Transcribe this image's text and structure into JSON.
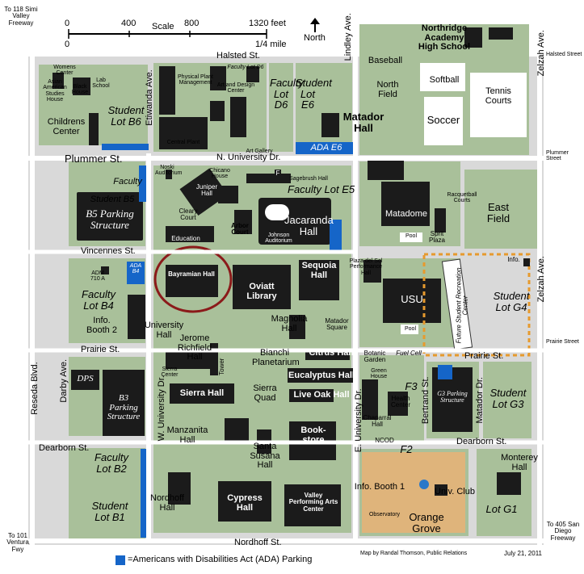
{
  "scale": {
    "label": "Scale",
    "ticks": [
      "0",
      "400",
      "800",
      "1320 feet"
    ],
    "mile_labels": [
      "0",
      "1/4 mile"
    ]
  },
  "north_label": "North",
  "streets": {
    "halsted": "Halsted St.",
    "plummer": "Plummer St.",
    "n_university": "N. University Dr.",
    "vincennes": "Vincennes St.",
    "prairie": "Prairie St.",
    "prairie_e": "Prairie St.",
    "dearborn": "Dearborn St.",
    "dearborn_e": "Dearborn St.",
    "nordhoff": "Nordhoff St.",
    "reseda": "Reseda Blvd.",
    "darby": "Darby Ave.",
    "w_university": "W. University Dr.",
    "e_university": "E. University Dr.",
    "lindley": "Lindley Ave.",
    "zelzah": "Zelzah Ave.",
    "zelzah_mid": "Zelzah Ave.",
    "etiwanda": "Etiwanda Ave.",
    "bertrand": "Bertrand St.",
    "matador": "Matador Dr.",
    "tower": "Tower",
    "halsted_street": "Halsted Street",
    "plummer_street": "Plummer Street",
    "prairie_street": "Prairie Street"
  },
  "directions": {
    "to_118": "To 118 Simi Valley Freeway",
    "to_101": "To 101 Ventura Fwy",
    "to_405": "To 405 San Diego Freeway"
  },
  "areas": {
    "northridge_academy": "Northridge Academy High School",
    "baseball": "Baseball",
    "north_field": "North Field",
    "softball": "Softball",
    "soccer": "Soccer",
    "tennis": "Tennis Courts",
    "east_field": "East Field",
    "racquetball": "Racquetball Courts",
    "matadome": "Matadome",
    "pool": "Pool",
    "sprit_plaza": "Sprit Plaza",
    "plaza_del_sol": "Plaza del Sol Performance Hall",
    "usu": "USU",
    "pool2": "Pool",
    "rec_center": "Future Student Recreation Center",
    "info_e": "Info.",
    "matador_square": "Matador Square",
    "botanic_garden": "Botanic Garden",
    "green_house": "Green House",
    "fuel_cell": "Fuel Cell",
    "orange_grove": "Orange Grove",
    "observatory": "Observatory",
    "info_booth1": "Info. Booth 1",
    "univ_club": "Univ. Club",
    "monterey": "Monterey Hall",
    "lot_g1": "Lot G1",
    "lot_g3": "Student Lot G3",
    "g3_structure": "G3 Parking Structure",
    "lot_g4": "Student Lot G4",
    "f2": "F2",
    "f3": "F3",
    "ncod": "NCOD",
    "chaparral": "Chaparral Hall",
    "health_center": "Health Center"
  },
  "north_campus": {
    "womens_center": "Womens Center",
    "asian_american": "Asian American Studies House",
    "black_house": "Black House",
    "lab_school": "Lab School",
    "childrens_center": "Childrens Center",
    "lot_b6": "Student Lot B6",
    "physical_plant": "Physical Plant Management",
    "faculty_lot_d6": "Faculty Lot D6",
    "art_design": "Art and Design Center",
    "central_plant": "Central Plant",
    "art_gallery": "Art Gallery",
    "faculty_d6": "Faculty Lot D6",
    "student_e6": "Student Lot E6",
    "matador_hall": "Matador Hall",
    "ada_e6": "ADA E6"
  },
  "west_campus": {
    "faculty": "Faculty",
    "lot_b5": "Student B5",
    "b5_structure": "B5 Parking Structure",
    "adm": "ADM 710 A",
    "ada_b4": "ADA B4",
    "faculty_b4": "Faculty Lot B4",
    "info_booth2": "Info. Booth 2",
    "dps": "DPS",
    "b3_structure": "B3 Parking Structure",
    "faculty_b2": "Faculty Lot B2",
    "student_b1": "Student Lot B1"
  },
  "core": {
    "noski": "Noski Auditorium",
    "chicano": "Chicano House",
    "juniper": "Juniper Hall",
    "cleary": "Cleary Court",
    "education": "Education",
    "arbor": "Arbor Court",
    "sagebrush": "Sagebrush Hall",
    "faculty_e5": "Faculty Lot E5",
    "jacaranda": "Jacaranda Hall",
    "johnson": "Johnson Auditorium",
    "bayramian": "Bayramian Hall",
    "oviatt": "Oviatt Library",
    "sequoia": "Sequoia Hall",
    "university_hall": "University Hall",
    "jerome": "Jerome Richfield Hall",
    "magnolia": "Magnolia Hall",
    "bianchi": "Bianchi Planetarium",
    "citrus": "Citrus Hall",
    "eucalyptus": "Eucalyptus Hall",
    "sierra_center": "Sierra Center",
    "sierra_hall": "Sierra Hall",
    "sierra_quad": "Sierra Quad",
    "live_oak": "Live Oak Hall",
    "manzanita": "Manzanita Hall",
    "santa_susana": "Santa Susana Hall",
    "bookstore": "Book-store",
    "nordhoff_hall": "Nordhoff Hall",
    "cypress": "Cypress Hall",
    "valley_pac": "Valley Performing Arts Center",
    "f_marker": "F"
  },
  "legend": {
    "ada_text": "=Americans with Disabilities Act (ADA) Parking",
    "credit": "Map by Randal Thomson, Public Relations",
    "date": "July 21, 2011"
  },
  "colors": {
    "campus_green": "#a9c09a",
    "building": "#1b1b1b",
    "ada_blue": "#1565c8",
    "highlight_circle": "#8b1a1a",
    "grove_orange": "#f2b070",
    "rec_center_outline": "#e69a2e"
  }
}
